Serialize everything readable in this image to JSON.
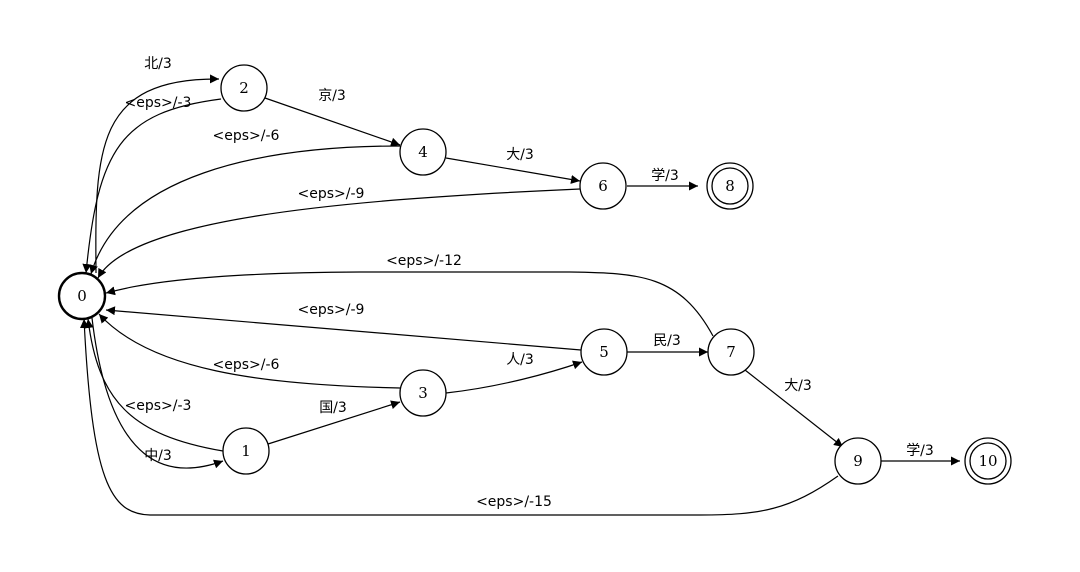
{
  "diagram": {
    "nodes": [
      {
        "id": "0",
        "label": "0",
        "initial": true,
        "final": false
      },
      {
        "id": "1",
        "label": "1",
        "initial": false,
        "final": false
      },
      {
        "id": "2",
        "label": "2",
        "initial": false,
        "final": false
      },
      {
        "id": "3",
        "label": "3",
        "initial": false,
        "final": false
      },
      {
        "id": "4",
        "label": "4",
        "initial": false,
        "final": false
      },
      {
        "id": "5",
        "label": "5",
        "initial": false,
        "final": false
      },
      {
        "id": "6",
        "label": "6",
        "initial": false,
        "final": false
      },
      {
        "id": "7",
        "label": "7",
        "initial": false,
        "final": false
      },
      {
        "id": "8",
        "label": "8",
        "initial": false,
        "final": true
      },
      {
        "id": "9",
        "label": "9",
        "initial": false,
        "final": false
      },
      {
        "id": "10",
        "label": "10",
        "initial": false,
        "final": true
      }
    ],
    "edges": [
      {
        "from": "0",
        "to": "2",
        "label": "北/3"
      },
      {
        "from": "2",
        "to": "0",
        "label": "<eps>/-3"
      },
      {
        "from": "2",
        "to": "4",
        "label": "京/3"
      },
      {
        "from": "4",
        "to": "0",
        "label": "<eps>/-6"
      },
      {
        "from": "4",
        "to": "6",
        "label": "大/3"
      },
      {
        "from": "6",
        "to": "8",
        "label": "学/3"
      },
      {
        "from": "6",
        "to": "0",
        "label": "<eps>/-9"
      },
      {
        "from": "7",
        "to": "0",
        "label": "<eps>/-12"
      },
      {
        "from": "5",
        "to": "0",
        "label": "<eps>/-9"
      },
      {
        "from": "5",
        "to": "7",
        "label": "民/3"
      },
      {
        "from": "3",
        "to": "0",
        "label": "<eps>/-6"
      },
      {
        "from": "3",
        "to": "5",
        "label": "人/3"
      },
      {
        "from": "1",
        "to": "0",
        "label": "<eps>/-3"
      },
      {
        "from": "1",
        "to": "3",
        "label": "国/3"
      },
      {
        "from": "0",
        "to": "1",
        "label": "中/3"
      },
      {
        "from": "7",
        "to": "9",
        "label": "大/3"
      },
      {
        "from": "9",
        "to": "10",
        "label": "学/3"
      },
      {
        "from": "9",
        "to": "0",
        "label": "<eps>/-15"
      }
    ]
  }
}
